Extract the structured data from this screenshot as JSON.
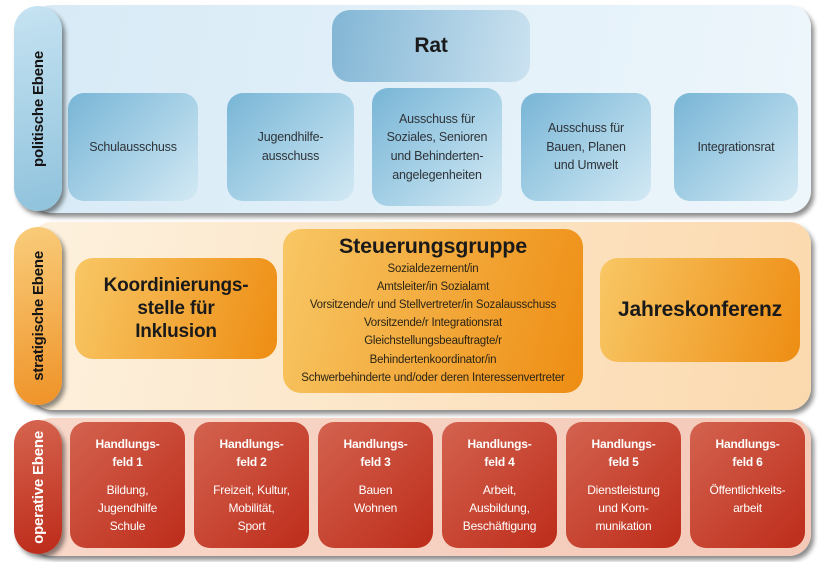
{
  "sections": {
    "political": {
      "label": "politische Ebene",
      "rat": "Rat",
      "committees": [
        "Schulausschuss",
        "Jugendhilfe-\nausschuss",
        "Ausschuss für\nSoziales, Senioren\nund Behinderten-\nangelegenheiten",
        "Ausschuss für\nBauen, Planen\nund Umwelt",
        "Integrationsrat"
      ]
    },
    "strategic": {
      "label": "stratigische Ebene",
      "koordinierungsstelle": "Koordinierungs-\nstelle für\nInklusion",
      "steuerungsgruppe": {
        "title": "Steuerungsgruppe",
        "members": "Sozialdezernent/in\nAmtsleiter/in Sozialamt\nVorsitzende/r und Stellvertreter/in Sozalausschuss\nVorsitzende/r Integrationsrat\nGleichstellungsbeauftragte/r\nBehindertenkoordinator/in\nSchwerbehinderte und/oder deren Interessenvertreter"
      },
      "jahreskonferenz": "Jahreskonferenz"
    },
    "operative": {
      "label": "operative Ebene",
      "fields": [
        {
          "title": "Handlungs-\nfeld 1",
          "body": "Bildung,\nJugendhilfe\nSchule"
        },
        {
          "title": "Handlungs-\nfeld 2",
          "body": "Freizeit, Kultur,\nMobilität,\nSport"
        },
        {
          "title": "Handlungs-\nfeld 3",
          "body": "Bauen\nWohnen"
        },
        {
          "title": "Handlungs-\nfeld 4",
          "body": "Arbeit,\nAusbildung,\nBeschäftigung"
        },
        {
          "title": "Handlungs-\nfeld 5",
          "body": "Dienstleistung\nund Kom-\nmunikation"
        },
        {
          "title": "Handlungs-\nfeld 6",
          "body": "Öffentlichkeits-\narbeit"
        }
      ]
    }
  },
  "colors": {
    "political_panel": "#ddedf7",
    "political_box_dark": "#78b5d6",
    "political_box_light": "#d3e9f4",
    "strategic_panel": "#fbe3c5",
    "strategic_box_light": "#f8c765",
    "strategic_box_dark": "#ee8d13",
    "operative_panel": "#f6d0c1",
    "operative_box_light": "#d3634f",
    "operative_box_dark": "#bd2c1a",
    "text_dark": "#1a1a1a",
    "text_light": "#ffffff"
  }
}
